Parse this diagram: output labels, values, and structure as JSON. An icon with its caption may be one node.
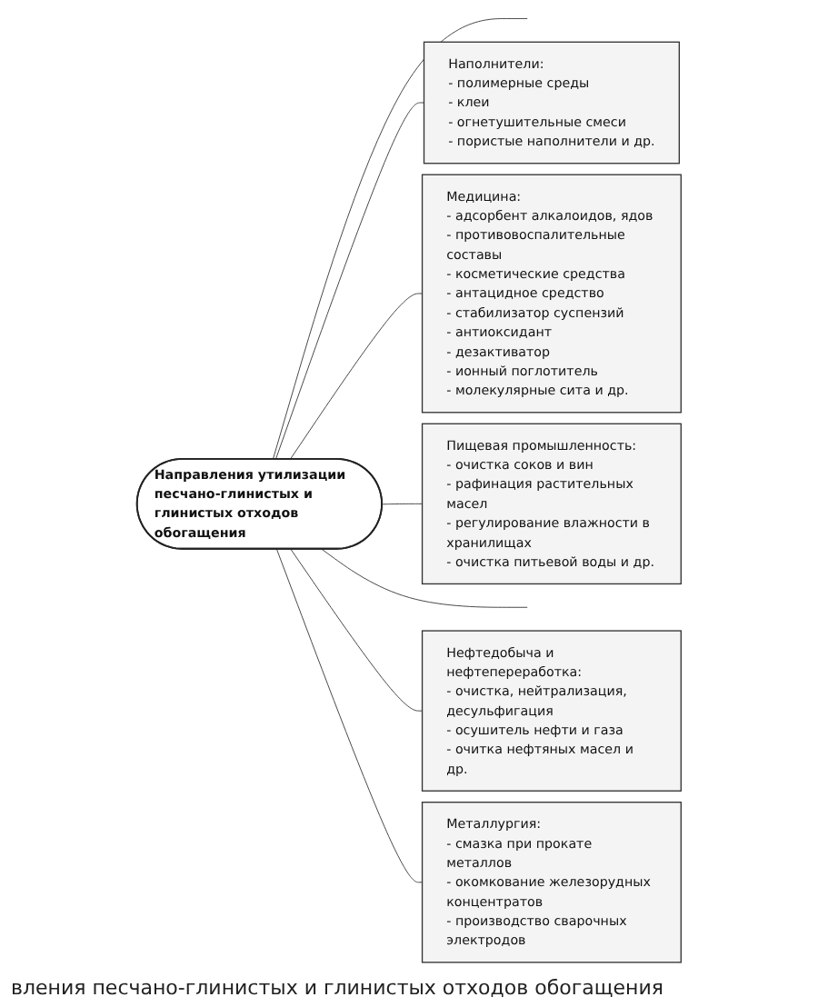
{
  "diagram": {
    "caption": "вления песчано-глинистых и глинистых отходов обогащения",
    "nodes": [
      {
        "text": [
          "Наполнители:",
          "- полимерные среды",
          "- клеи",
          "- огнетушительные смеси",
          "- пористые наполнители и др."
        ]
      },
      {
        "text": [
          "Медицина:",
          "- адсорбент алкалоидов, ядов",
          "- противовоспалительные составы",
          "- косметические средства",
          "- антацидное средство",
          "- стабилизатор суспензий",
          "- антиоксидант",
          "- дезактиватор",
          "- ионный поглотитель",
          "- молекулярные сита и др."
        ]
      },
      {
        "text": [
          "Направления утилизации песчано-глинистых и глинистых отходов обогащения"
        ]
      },
      {
        "text": [
          "Пищевая промышленность:",
          "- очистка соков и вин",
          "- рафинация растительных масел",
          "- регулирование влажности в хранилищах",
          "- очистка питьевой воды и др."
        ]
      },
      {
        "text": [
          "Нефтедобыча и нефтепереработка:",
          "- очистка, нейтрализация, десульфигация",
          "- осушитель нефти и газа",
          "- очитка нефтяных масел и др."
        ]
      },
      {
        "text": [
          "Металлургия:",
          "- смазка при прокате металлов",
          "- окомкование железорудных концентратов",
          "- производство сварочных электродов"
        ]
      }
    ],
    "edges": [
      {
        "from": 2,
        "to": null,
        "arrow": "none"
      },
      {
        "from": 2,
        "to": 0,
        "arrow": "none"
      },
      {
        "from": 2,
        "to": 1,
        "arrow": "none"
      },
      {
        "from": 2,
        "to": 3,
        "arrow": "none"
      },
      {
        "from": 2,
        "to": null,
        "arrow": "none"
      },
      {
        "from": 2,
        "to": 4,
        "arrow": "none"
      },
      {
        "from": 2,
        "to": 5,
        "arrow": "none"
      }
    ]
  }
}
